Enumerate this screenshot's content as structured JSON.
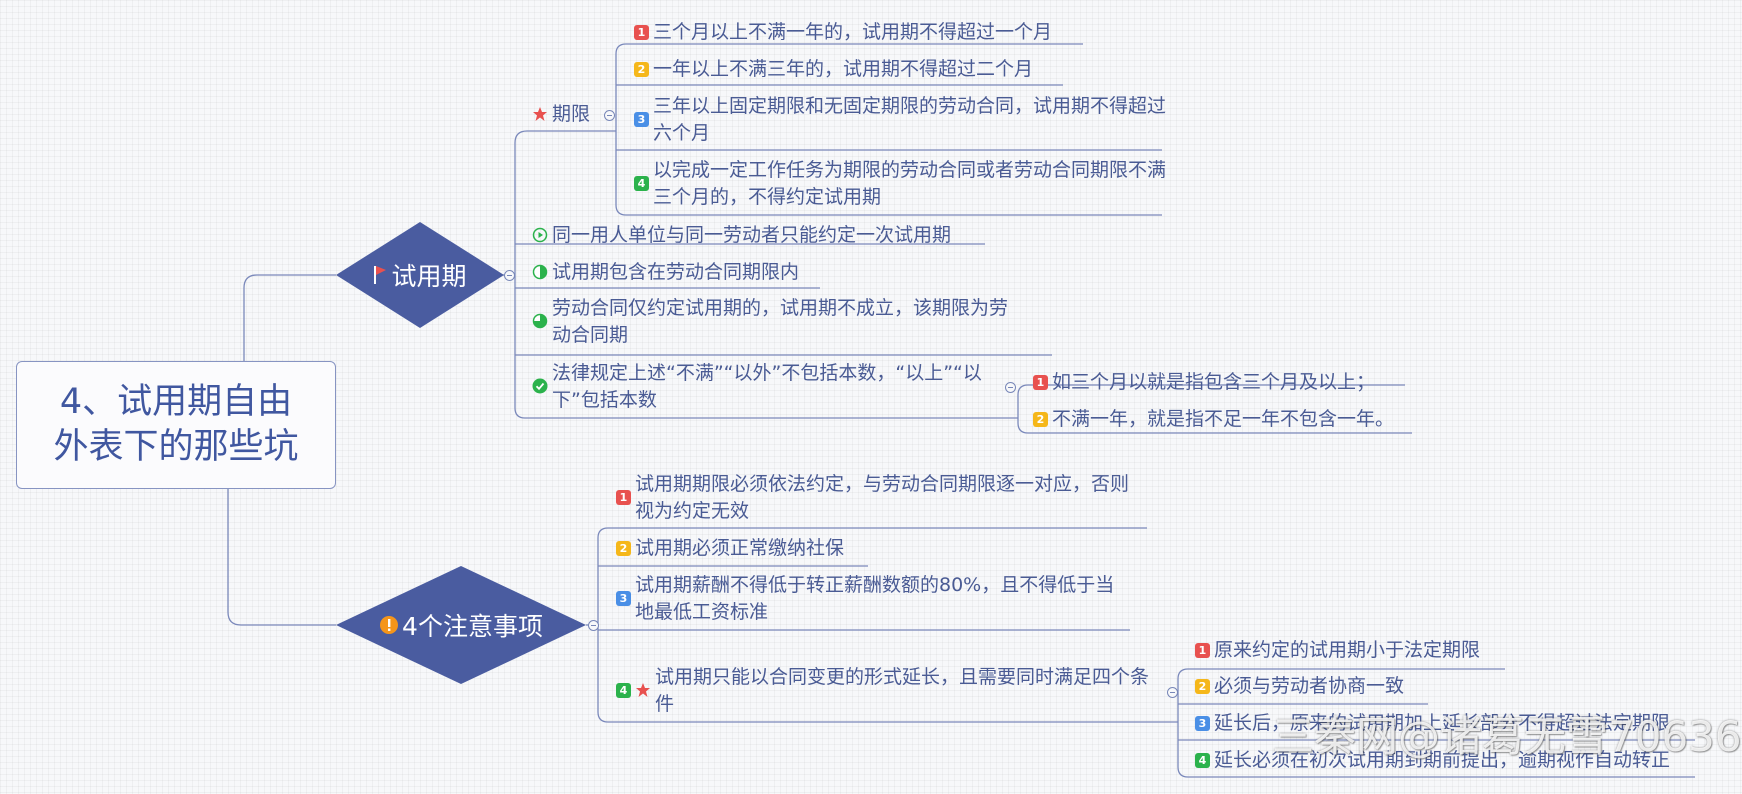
{
  "root": {
    "title": "4、试用期自由外表下的那些坑"
  },
  "branches": {
    "trial": {
      "label": "试用期",
      "icon": "red-flag-icon",
      "term": {
        "label": "期限",
        "icon": "star-icon",
        "items": [
          "三个月以上不满一年的，试用期不得超过一个月",
          "一年以上不满三年的，试用期不得超过二个月",
          "三年以上固定期限和无固定期限的劳动合同，试用期不得超过六个月",
          "以完成一定工作任务为期限的劳动合同或者劳动合同期限不满三个月的，不得约定试用期"
        ]
      },
      "points": [
        "同一用人单位与同一劳动者只能约定一次试用期",
        "试用期包含在劳动合同期限内",
        "劳动合同仅约定试用期的，试用期不成立，该期限为劳动合同期",
        "法律规定上述“不满”“以外”不包括本数，“以上”“以下”包括本数"
      ],
      "law_sub": [
        "如三个月以就是指包含三个月及以上；",
        "不满一年，就是指不足一年不包含一年。"
      ]
    },
    "notes": {
      "label": "4个注意事项",
      "icon": "warning-icon",
      "items": [
        "试用期期限必须依法约定，与劳动合同期限逐一对应，否则视为约定无效",
        "试用期必须正常缴纳社保",
        "试用期薪酬不得低于转正薪酬数额的80%，且不得低于当地最低工资标准",
        "试用期只能以合同变更的形式延长，且需要同时满足四个条件"
      ],
      "conditions": [
        "原来约定的试用期小于法定期限",
        "必须与劳动者协商一致",
        "延长后，原来的试用期加上延长部分不得超过法定期限",
        "延长必须在初次试用期到期前提出，逾期视作自动转正"
      ]
    }
  },
  "watermark": "三秦网@诸葛无雪70636",
  "colors": {
    "diamond": "#4a5ca0",
    "text": "#4a5b94",
    "line": "#7b89bb",
    "badge_1": "#e8514f",
    "badge_2": "#f5b71a",
    "badge_3": "#4a8fe6",
    "badge_4": "#2bb24c"
  }
}
